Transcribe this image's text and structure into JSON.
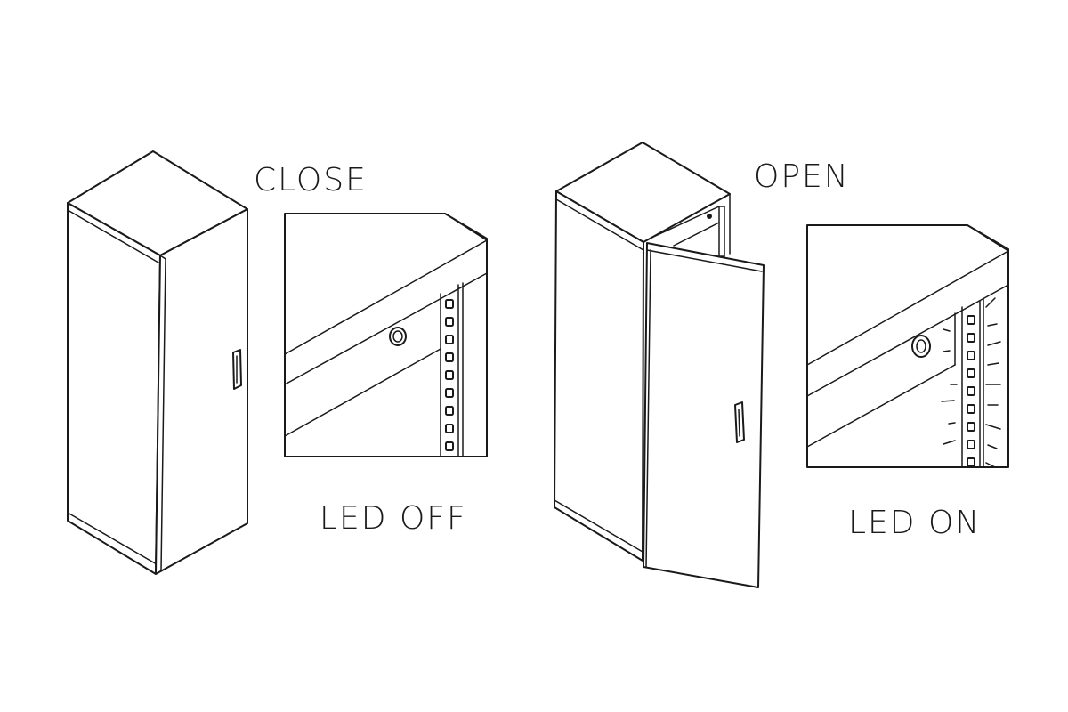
{
  "labels": {
    "close": "CLOSE",
    "led_off": "LED OFF",
    "open": "OPEN",
    "led_on": "LED ON"
  },
  "colors": {
    "line": "#1a1a1a",
    "background": "#ffffff"
  }
}
